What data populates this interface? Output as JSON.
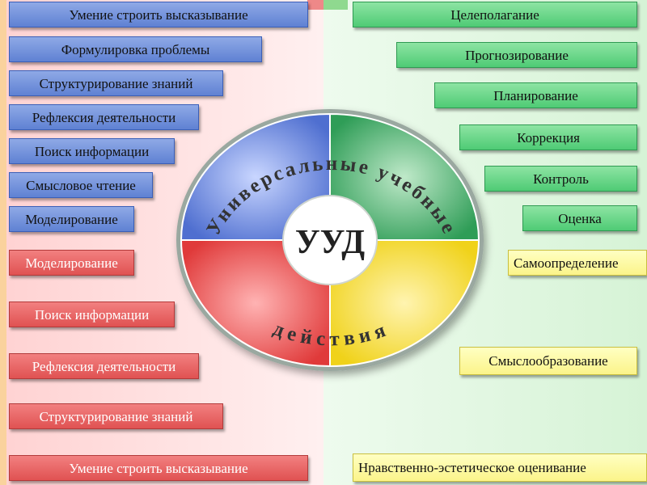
{
  "left_top": [
    "Умение строить высказывание",
    "Формулировка проблемы",
    "Структурирование знаний",
    "Рефлексия деятельности",
    "Поиск информации",
    "Смысловое чтение",
    "Моделирование"
  ],
  "left_bottom": [
    "Моделирование",
    "Поиск информации",
    "Рефлексия деятельности",
    "Структурирование знаний",
    "Умение строить высказывание"
  ],
  "right_top": [
    "Целеполагание",
    "Прогнозирование",
    "Планирование",
    "Коррекция",
    "Контроль",
    "Оценка"
  ],
  "right_bottom": [
    "Самоопределение",
    "Смыслообразование",
    "Нравственно-эстетическое оценивание"
  ],
  "center": {
    "label": "УУД",
    "arc_top": "Универсальные учебные",
    "arc_bottom": "действия"
  },
  "colors": {
    "blue": "#5f81d3",
    "green": "#3fae66",
    "red": "#e84848",
    "yellow": "#f5dc2a"
  }
}
